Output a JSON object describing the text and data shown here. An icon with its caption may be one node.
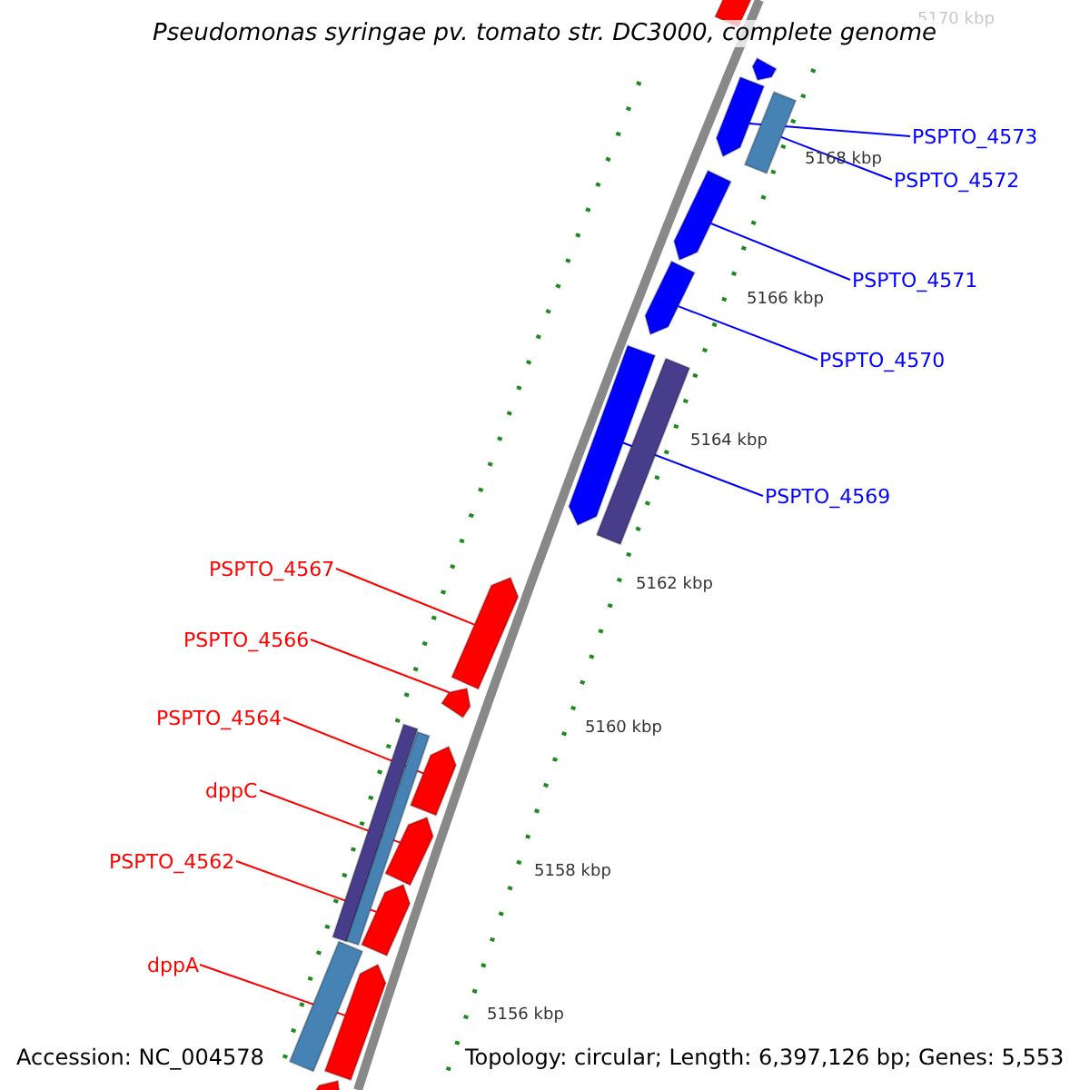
{
  "diagram": {
    "title": "Pseudomonas syringae pv. tomato str. DC3000, complete genome",
    "nodes": [
      {
        "text": [
          "PSPTO_4573"
        ]
      },
      {
        "text": [
          "PSPTO_4572"
        ]
      },
      {
        "text": [
          "PSPTO_4571"
        ]
      },
      {
        "text": [
          "PSPTO_4570"
        ]
      },
      {
        "text": [
          "PSPTO_4569"
        ]
      },
      {
        "text": [
          "PSPTO_4567"
        ]
      },
      {
        "text": [
          "PSPTO_4566"
        ]
      },
      {
        "text": [
          "PSPTO_4564"
        ]
      },
      {
        "text": [
          "dppC"
        ]
      },
      {
        "text": [
          "PSPTO_4562"
        ]
      },
      {
        "text": [
          "dppA"
        ]
      },
      {
        "text": [],
        "shape": "pentagon"
      },
      {
        "text": [],
        "shape": "pentagon"
      },
      {
        "text": [],
        "shape": "pentagon"
      },
      {
        "text": [],
        "shape": "bar"
      },
      {
        "text": [],
        "shape": "pentagon"
      },
      {
        "text": [],
        "shape": "pentagon"
      },
      {
        "text": [],
        "shape": "pentagon"
      },
      {
        "text": [],
        "shape": "bar"
      },
      {
        "text": [],
        "shape": "pentagon"
      },
      {
        "text": [],
        "shape": "pentagon"
      },
      {
        "text": [],
        "shape": "bar"
      },
      {
        "text": [],
        "shape": "bar"
      },
      {
        "text": [],
        "shape": "pentagon"
      },
      {
        "text": [],
        "shape": "pentagon"
      },
      {
        "text": [],
        "shape": "pentagon"
      },
      {
        "text": [],
        "shape": "bar"
      },
      {
        "text": [],
        "shape": "pentagon"
      },
      {
        "text": [],
        "shape": "pentagon"
      }
    ],
    "edges": [
      {
        "from": 0,
        "to": 13,
        "arrow": "none",
        "color": "#0000ff"
      },
      {
        "from": 1,
        "to": 14,
        "arrow": "none",
        "color": "#0000ff"
      },
      {
        "from": 2,
        "to": 15,
        "arrow": "none",
        "color": "#0000ff"
      },
      {
        "from": 3,
        "to": 16,
        "arrow": "none",
        "color": "#0000ff"
      },
      {
        "from": 4,
        "to": 17,
        "arrow": "none",
        "color": "#0000ff"
      },
      {
        "from": 5,
        "to": 19,
        "arrow": "none"
      },
      {
        "from": 6,
        "to": 20,
        "arrow": "none"
      },
      {
        "from": 7,
        "to": 23,
        "arrow": "none"
      },
      {
        "from": 8,
        "to": 24,
        "arrow": "none"
      },
      {
        "from": 9,
        "to": 25,
        "arrow": "none"
      },
      {
        "from": 10,
        "to": 27,
        "arrow": "none"
      }
    ],
    "labels": [
      "5170 kbp",
      "5168 kbp",
      "5166 kbp",
      "5164 kbp",
      "5162 kbp",
      "5160 kbp",
      "5158 kbp",
      "5156 kbp",
      "Accession: NC_004578",
      "Topology: circular; Length: 6,397,126 bp; Genes: 5,553"
    ]
  }
}
